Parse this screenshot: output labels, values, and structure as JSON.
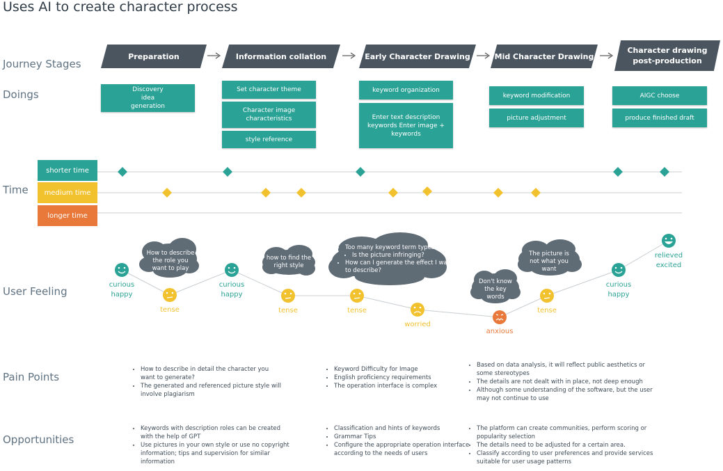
{
  "title": "Uses AI to create character process",
  "row_labels": {
    "journey_stages": "Journey Stages",
    "doings": "Doings",
    "time": "Time",
    "user_feeling": "User Feeling",
    "pain_points": "Pain Points",
    "opportunities": "Opportunities"
  },
  "stages": [
    "Preparation",
    "Information collation",
    "Early Character Drawing",
    "Mid Character Drawing",
    "Character drawing post-production"
  ],
  "doings": {
    "preparation": [
      "Discovery idea generation"
    ],
    "information_collation": [
      "Set character theme",
      "Character image characteristics",
      "style reference"
    ],
    "early_drawing": [
      "keyword organization",
      "Enter text description keywords Enter image + keywords"
    ],
    "mid_drawing": [
      "keyword modification",
      "picture adjustment"
    ],
    "post_production": [
      "AIGC choose",
      "produce finished draft"
    ]
  },
  "time": {
    "shorter": "shorter time",
    "medium": "medium time",
    "longer": "longer time"
  },
  "feelings": {
    "curious_happy": "curious happy",
    "tense": "tense",
    "worried": "worried",
    "anxious": "anxious",
    "relieved_excited": "relieved excited"
  },
  "clouds": {
    "c1": "How to describe the role you want to play",
    "c2": "how to find the right style",
    "c3_items": [
      "Too many keyword term types",
      "Is the picture infringing?",
      "How can I generate the effect I want to describe?"
    ],
    "c4": "Don't know the key words",
    "c5": "The picture is not what you want"
  },
  "pain_points": {
    "col1": [
      "How to describe in detail the character you want to generate?",
      "The generated and referenced picture style will involve plagiarism"
    ],
    "col2": [
      "Keyword Difficulty for Image",
      "English proficiency requirements",
      "The operation interface is complex"
    ],
    "col3": [
      "Based on data analysis, it will reflect public aesthetics or some stereotypes",
      "The details are not dealt with in place, not deep enough",
      "Although some understanding of the software, but the user may not continue to use"
    ]
  },
  "opportunities": {
    "col1": [
      "Keywords with description roles can be created with the help of GPT",
      "Use pictures in your own style or use no copyright information; tips and supervision for similar information"
    ],
    "col2": [
      "Classification and hints of keywords",
      "Grammar Tips",
      "Configure the appropriate operation interface according to the needs of users"
    ],
    "col3": [
      "The platform can create communities, perform scoring or popularity selection",
      "The details need to be adjusted for a certain area.",
      "Classify according to user preferences and provide services suitable for user usage patterns"
    ]
  },
  "colors": {
    "teal": "#2aa295",
    "yellow": "#f2c12e",
    "orange": "#e8793a",
    "stage": "#4a5560",
    "cloud": "#5f6b75"
  }
}
